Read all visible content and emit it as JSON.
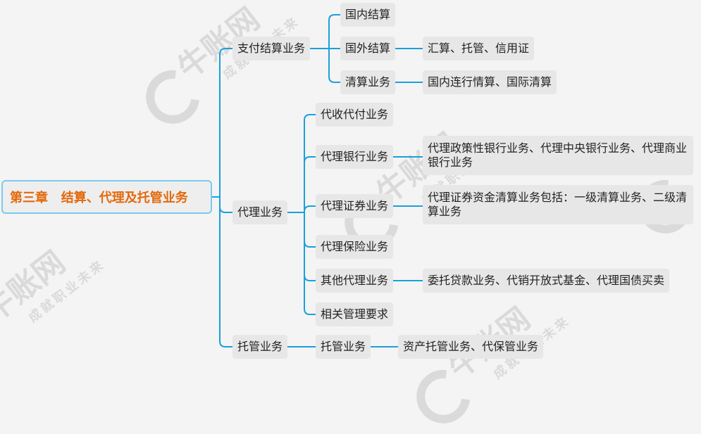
{
  "root": {
    "label": "第三章   结算、代理及托管业务"
  },
  "branches": [
    {
      "label": "支付结算业务",
      "children": [
        {
          "label": "国内结算"
        },
        {
          "label": "国外结算",
          "detail": "汇算、托管、信用证"
        },
        {
          "label": "清算业务",
          "detail": "国内连行情算、国际清算"
        }
      ]
    },
    {
      "label": "代理业务",
      "children": [
        {
          "label": "代收代付业务"
        },
        {
          "label": "代理银行业务",
          "detail": "代理政策性银行业务、代理中央银行业务、代理商业银行业务"
        },
        {
          "label": "代理证券业务",
          "detail": "代理证券资金清算业务包括：一级清算业务、二级清算业务"
        },
        {
          "label": "代理保险业务"
        },
        {
          "label": "其他代理业务",
          "detail": "委托贷款业务、代销开放式基金、代理国债买卖"
        },
        {
          "label": "相关管理要求"
        }
      ]
    },
    {
      "label": "托管业务",
      "children": [
        {
          "label": "托管业务",
          "detail": "资产托管业务、代保管业务"
        }
      ]
    }
  ],
  "watermark": {
    "brand": "牛账网",
    "slogan": "成就职业未来"
  },
  "colors": {
    "line": "#1aa0dc",
    "root_text": "#e3690b",
    "root_border": "#7cc9ee",
    "node_bg": "#e7e7e7"
  }
}
